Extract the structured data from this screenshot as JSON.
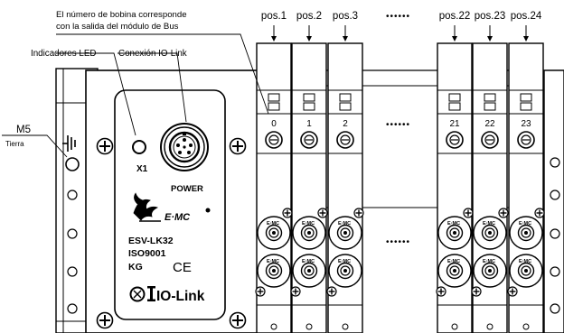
{
  "labels": {
    "coil_note_line1": "El número de bobina corresponde",
    "coil_note_line2": "con la salida del módulo de Bus",
    "led_indicators": "Indicadores LED",
    "iolink_connection": "Conexión IO-Link",
    "m5": "M5",
    "ground": "Tierra"
  },
  "module": {
    "led_label": "X1",
    "power": "POWER",
    "brand": "E·MC",
    "model": "ESV-LK32",
    "iso": "ISO9001",
    "kg": "KG",
    "ce": "CE",
    "iolink": "IO-Link"
  },
  "positions": [
    "pos.1",
    "pos.2",
    "pos.3",
    "pos.22",
    "pos.23",
    "pos.24"
  ],
  "coil_numbers": [
    "0",
    "1",
    "2",
    "21",
    "22",
    "23"
  ],
  "ellipsis": "••••••",
  "valve_badge": "E·MC"
}
